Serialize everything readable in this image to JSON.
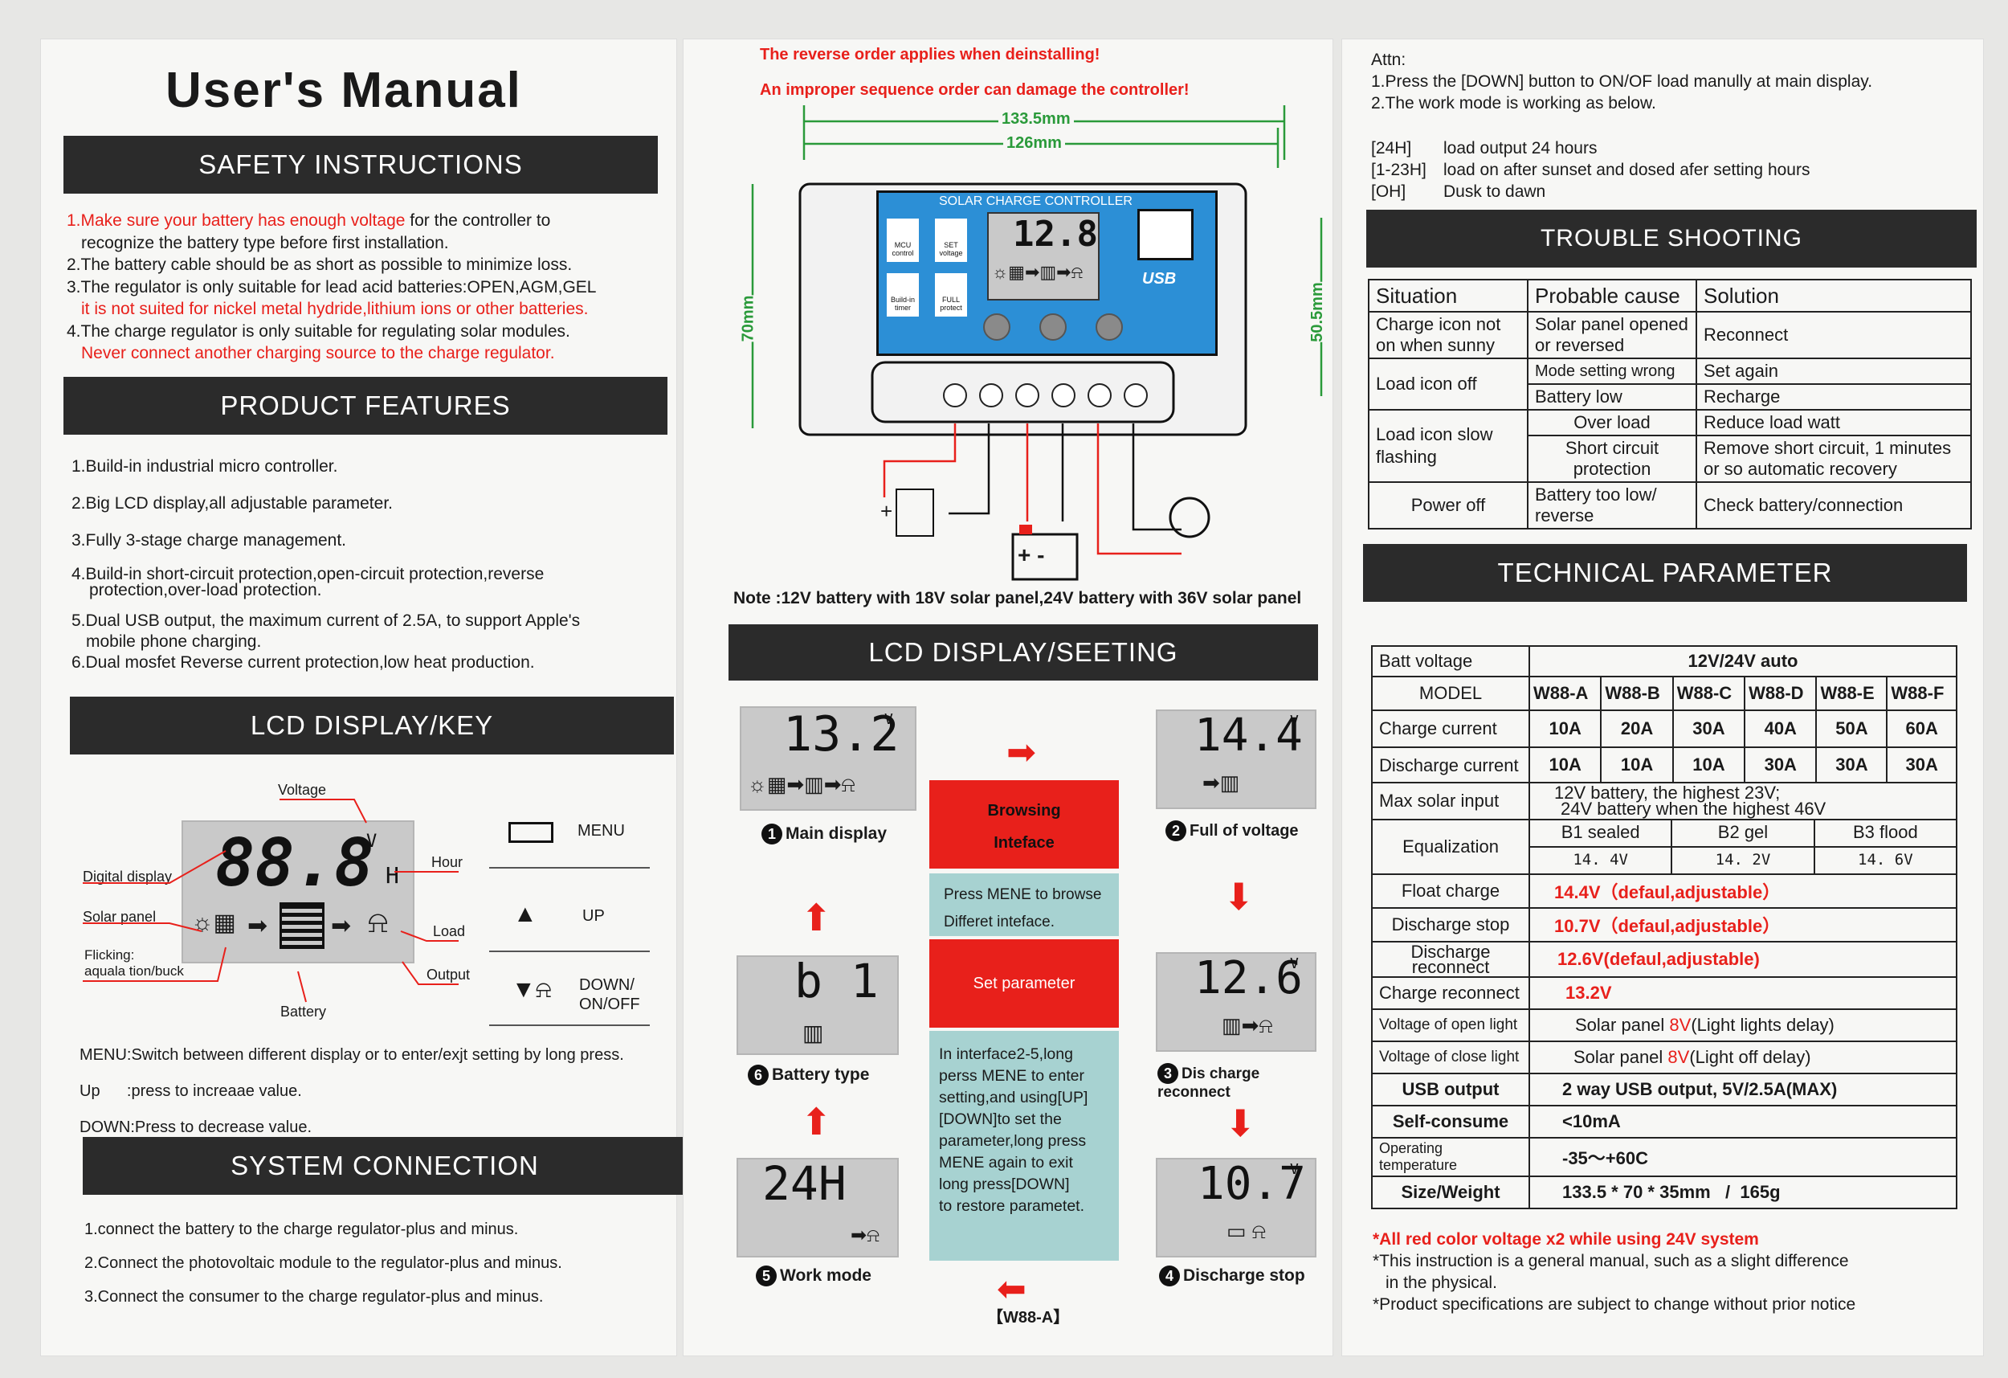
{
  "panel1": {
    "title": "User's Manual",
    "safety_heading": "SAFETY INSTRUCTIONS",
    "safety": [
      {
        "red": "1.Make sure your battery has enough voltage",
        "rest": " for the controller to"
      },
      {
        "text": "recognize the battery type before first installation."
      },
      {
        "text": "2.The battery cable should be as short as possible to minimize loss."
      },
      {
        "text": "3.The regulator is only suitable for lead acid batteries:OPEN,AGM,GEL"
      },
      {
        "red": "it is not suited for nickel metal hydride,lithium ions or other batteries."
      },
      {
        "text": "4.The charge regulator is only suitable for regulating solar modules."
      },
      {
        "red": "Never connect another charging source to the charge regulator."
      }
    ],
    "features_heading": "PRODUCT FEATURES",
    "features": [
      "1.Build-in industrial micro controller.",
      "2.Big LCD display,all adjustable parameter.",
      "3.Fully 3-stage  charge management.",
      "4.Build-in short-circuit protection,open-circuit protection,reverse",
      "protection,over-load protection.",
      "5.Dual USB output, the maximum current of 2.5A, to support Apple's",
      "mobile phone charging.",
      "6.Dual mosfet Reverse current protection,low heat production."
    ],
    "lcd_heading": "LCD DISPLAY/KEY",
    "lcd_labels": {
      "voltage": "Voltage",
      "digital": "Digital display",
      "hour": "Hour",
      "solar": "Solar panel",
      "load": "Load",
      "flicking": "Flicking:",
      "flicking2": "aquala tion/buck",
      "output": "Output",
      "battery": "Battery",
      "digits": "88.8",
      "v": "V",
      "h": "H"
    },
    "keys": [
      {
        "label": "MENU"
      },
      {
        "label": "UP"
      },
      {
        "label": "DOWN/"
      },
      {
        "label": "ON/OFF"
      }
    ],
    "key_desc": [
      "MENU:Switch between different display or to enter/exjt setting by long press.",
      "Up      :press to increaae value.",
      "DOWN:Press to decrease value."
    ],
    "system_heading": "SYSTEM CONNECTION",
    "system": [
      "1.connect the battery to the charge regulator-plus and minus.",
      "2.Connect the photovoltaic module to the regulator-plus and minus.",
      "3.Connect the consumer to the charge regulator-plus and minus."
    ]
  },
  "panel2": {
    "warn1": "The reverse order applies when deinstalling!",
    "warn2": "An improper sequence order can damage the controller!",
    "dim_w1": "133.5mm",
    "dim_w2": "126mm",
    "dim_h1": "70mm",
    "dim_h2": "50.5mm",
    "ctrl_title": "SOLAR CHARGE CONTROLLER",
    "ctrl_reading": "12.8",
    "icons": {
      "mcu": "MCU control",
      "set": "SET voltage",
      "timer": "Build-in timer",
      "protect": "FULL protect",
      "usb": "USB"
    },
    "note": "Note :12V battery with 18V solar panel,24V battery with 36V solar panel",
    "seeting_heading": "LCD DISPLAY/SEETING",
    "screens": [
      {
        "num": "1",
        "value": "13.2",
        "unit": "V",
        "label": "Main display"
      },
      {
        "num": "2",
        "value": "14.4",
        "unit": "V",
        "label": "Full of voltage"
      },
      {
        "num": "3",
        "value": "12.6",
        "unit": "V",
        "label": "Dis charge reconnect"
      },
      {
        "num": "4",
        "value": "10.7",
        "unit": "V",
        "label": "Discharge stop"
      },
      {
        "num": "5",
        "value": "24H",
        "unit": "",
        "label": "Work mode"
      },
      {
        "num": "6",
        "value": "b 1",
        "unit": "",
        "label": "Battery type"
      }
    ],
    "browse_title": "Browsing",
    "browse_title2": "Inteface",
    "browse_text": [
      "Press MENE to browse",
      "Differet inteface."
    ],
    "set_title": "Set parameter",
    "set_text": [
      "In interface2-5,long",
      "perss MENE to enter",
      "setting,and using[UP]",
      "[DOWN]to set the",
      "parameter,long press",
      "MENE again to exit",
      "long press[DOWN]",
      "to restore parametet."
    ],
    "model_tag": "【W88-A】"
  },
  "panel3": {
    "attn": [
      "Attn:",
      "1.Press the [DOWN] button to ON/OF load manully at main display.",
      "2.The work mode is working as below."
    ],
    "modes": [
      [
        "[24H]",
        "load output 24 hours"
      ],
      [
        "[1-23H]",
        "load on after sunset and dosed afer setting hours"
      ],
      [
        "[OH]",
        "Dusk to dawn"
      ]
    ],
    "trouble_heading": "TROUBLE SHOOTING",
    "trouble_head": [
      "Situation",
      "Probable cause",
      "Solution"
    ],
    "trouble": [
      {
        "s": "Charge icon not on when sunny",
        "c": "Solar panel opened or reversed",
        "r": "Reconnect"
      },
      {
        "s": "Load icon off",
        "c": "Mode setting wrong",
        "r": "Set again"
      },
      {
        "s": "",
        "c": "Battery low",
        "r": "Recharge"
      },
      {
        "s": "Load icon slow flashing",
        "c": "Over load",
        "r": "Reduce load watt"
      },
      {
        "s": "",
        "c": "Short circuit protection",
        "r": "Remove short circuit, 1 minutes or so automatic recovery"
      },
      {
        "s": "Power off",
        "c": "Battery too low/ reverse",
        "r": "Check battery/connection"
      }
    ],
    "tech_heading": "TECHNICAL PARAMETER",
    "tech": {
      "batt_label": "Batt voltage",
      "batt_val": "12V/24V  auto",
      "model_label": "MODEL",
      "models": [
        "W88-A",
        "W88-B",
        "W88-C",
        "W88-D",
        "W88-E",
        "W88-F"
      ],
      "charge_label": "Charge current",
      "charge": [
        "10A",
        "20A",
        "30A",
        "40A",
        "50A",
        "60A"
      ],
      "discharge_label": "Discharge current",
      "discharge": [
        "10A",
        "10A",
        "10A",
        "30A",
        "30A",
        "30A"
      ],
      "maxsolar_label": "Max solar input",
      "maxsolar1": "12V battery, the highest 23V;",
      "maxsolar2": "24V battery when the highest 46V",
      "eq_label": "Equalization",
      "eq_types": [
        "B1 sealed",
        "B2 gel",
        "B3 flood"
      ],
      "eq_vals": [
        "14. 4V",
        "14. 2V",
        "14. 6V"
      ],
      "float_label": "Float charge",
      "float_val": "14.4V（defaul,adjustable）",
      "dstop_label": "Discharge stop",
      "dstop_val": "10.7V（defaul,adjustable）",
      "drec_label": "Discharge reconnect",
      "drec_val": "12.6V(defaul,adjustable)",
      "crec_label": "Charge reconnect",
      "crec_val": "13.2V",
      "vopen_label": "Voltage of open light",
      "vopen_a": "Solar panel ",
      "vopen_b": "8V",
      "vopen_c": "(Light lights delay)",
      "vclose_label": "Voltage of close light",
      "vclose_a": "Solar panel ",
      "vclose_b": "8V",
      "vclose_c": "(Light off delay)",
      "usb_label": "USB output",
      "usb_val": "2 way USB output,  5V/2.5A(MAX)",
      "self_label": "Self-consume",
      "self_val": "<10mA",
      "temp_label": "Operating temperature",
      "temp_val": "-35～+60C",
      "size_label": "Size/Weight",
      "size_val": "133.5 * 70 * 35mm   /  165g"
    },
    "foot_red": "*All red color voltage x2 while using 24V system",
    "foot1": "*This instruction is a general manual, such as a slight difference",
    "foot1b": "in the physical.",
    "foot2": "*Product specifications are subject to change without prior notice"
  }
}
